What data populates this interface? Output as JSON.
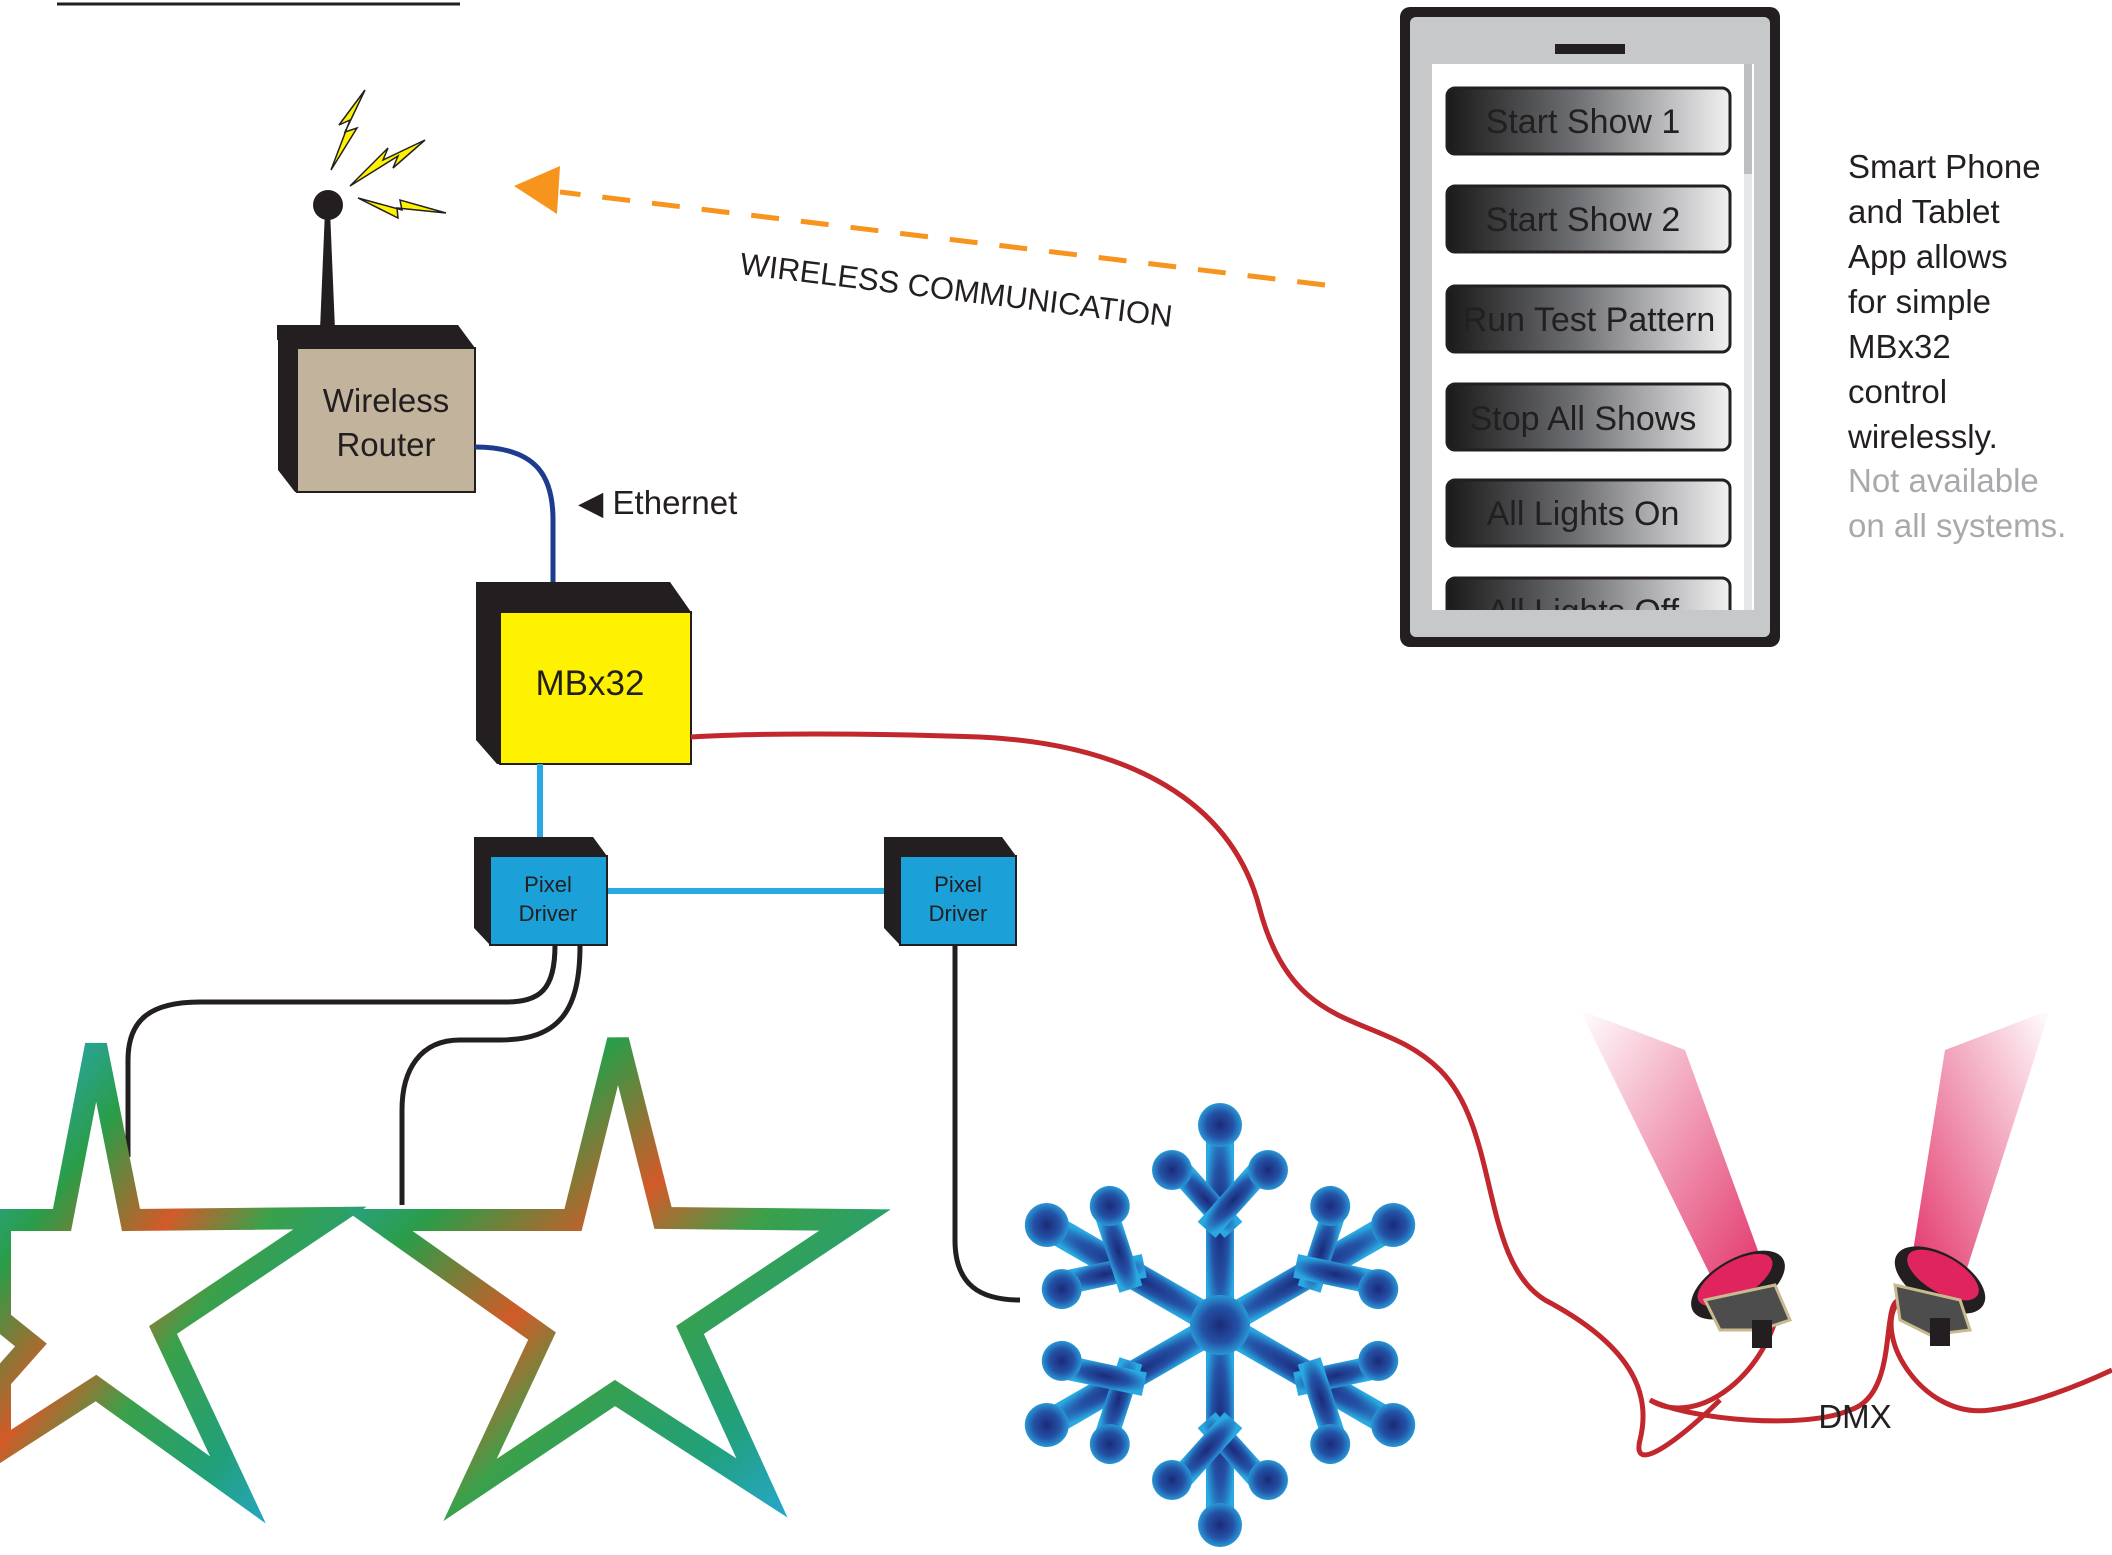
{
  "router": {
    "label_line1": "Wireless",
    "label_line2": "Router"
  },
  "ethernet_label": "◀ Ethernet",
  "wireless_label": "WIRELESS COMMUNICATION",
  "controller": {
    "label": "MBx32"
  },
  "pixel_drivers": [
    {
      "line1": "Pixel",
      "line2": "Driver"
    },
    {
      "line1": "Pixel",
      "line2": "Driver"
    }
  ],
  "phone": {
    "buttons": [
      {
        "label": "Start Show 1"
      },
      {
        "label": "Start Show 2"
      },
      {
        "label": "Run Test Pattern"
      },
      {
        "label": "Stop All Shows"
      },
      {
        "label": "All Lights On"
      },
      {
        "label": "All Lights Off"
      }
    ]
  },
  "side_note": {
    "lines": [
      "Smart Phone",
      "and Tablet",
      "App allows",
      "for simple",
      "MBx32",
      "control",
      "wirelessly."
    ],
    "muted_lines": [
      "Not available",
      "on all systems."
    ]
  },
  "dmx_label": "DMX",
  "colors": {
    "router_face": "#c2b49c",
    "controller_face": "#fff200",
    "driver_face": "#1ba0d8",
    "ethernet_cable": "#1d3c8f",
    "pixel_cable": "#29a9e1",
    "dmx_cable": "#c1272d",
    "wireless_arrow": "#f7941d",
    "bolt": "#fff200",
    "muted_text": "#a7a9ac"
  }
}
